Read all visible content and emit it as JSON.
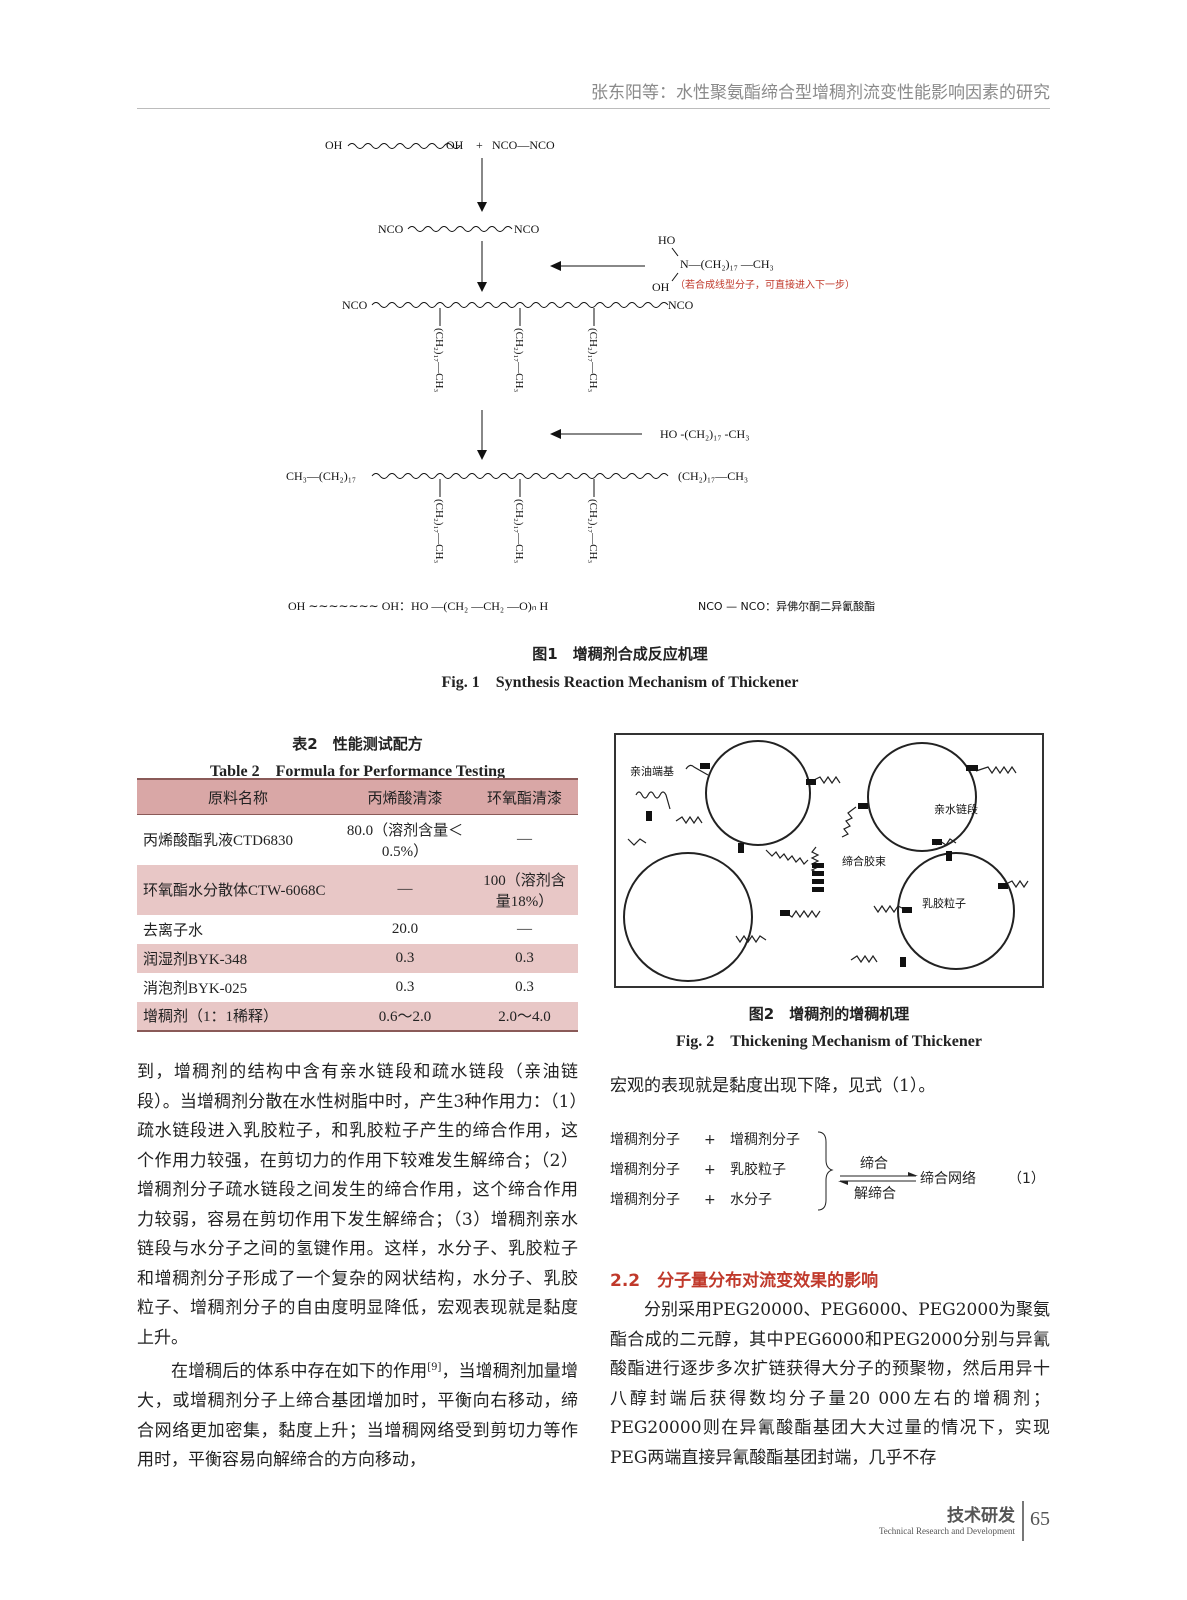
{
  "header": {
    "running_title": "张东阳等：水性聚氨酯缔合型增稠剂流变性能影响因素的研究"
  },
  "figure1": {
    "labels": {
      "top_oh_left": "OH",
      "top_oh_right": "OH",
      "plus": "+",
      "nco_nco": "NCO—NCO",
      "prepolymer_left": "NCO",
      "prepolymer_right": "NCO",
      "amine_ho": "HO",
      "amine_n": "N—(CH₂)₁₇ —CH₃",
      "amine_oh": "OH",
      "amine_note": "（若合成线型分子，可直接进入下一步）",
      "chain_left": "NCO",
      "chain_right": "NCO",
      "pendant": "(CH₂)₁₇—CH₃",
      "capping_reagent": "HO -(CH₂)₁₇ -CH₃",
      "final_left": "CH₃—(CH₂)₁₇",
      "final_right": "(CH₂)₁₇—CH₃",
      "legend_left": "OH ∼∼∼∼∼∼∼ OH：HO —(CH₂ —CH₂ —O)ₙ H",
      "legend_right": "NCO — NCO：异佛尔酮二异氰酸酯"
    },
    "caption_cn": "图1　增稠剂合成反应机理",
    "caption_en": "Fig. 1　Synthesis Reaction Mechanism of Thickener"
  },
  "table2": {
    "caption_cn": "表2　性能测试配方",
    "caption_en": "Table 2　Formula for Performance Testing",
    "headers": [
      "原料名称",
      "丙烯酸清漆",
      "环氧酯清漆"
    ],
    "rows": [
      {
        "name": "丙烯酸酯乳液CTD6830",
        "acrylic": "80.0（溶剂含量＜0.5%）",
        "epoxy": "—"
      },
      {
        "name": "环氧酯水分散体CTW-6068C",
        "acrylic": "—",
        "epoxy": "100（溶剂含量18%）"
      },
      {
        "name": "去离子水",
        "acrylic": "20.0",
        "epoxy": "—"
      },
      {
        "name": "润湿剂BYK-348",
        "acrylic": "0.3",
        "epoxy": "0.3"
      },
      {
        "name": "消泡剂BYK-025",
        "acrylic": "0.3",
        "epoxy": "0.3"
      },
      {
        "name": "增稠剂（1：1稀释）",
        "acrylic": "0.6～2.0",
        "epoxy": "2.0～4.0"
      }
    ]
  },
  "figure2": {
    "labels": {
      "lipophilic_end": "亲油端基",
      "hydrophilic_segment": "亲水链段",
      "micelle": "缔合胶束",
      "latex_particle": "乳胶粒子"
    },
    "caption_cn": "图2　增稠剂的增稠机理",
    "caption_en": "Fig. 2　Thickening Mechanism of Thickener"
  },
  "left_column": {
    "p1": "到，增稠剂的结构中含有亲水链段和疏水链段（亲油链段）。当增稠剂分散在水性树脂中时，产生3种作用力：（1）疏水链段进入乳胶粒子，和乳胶粒子产生的缔合作用，这个作用力较强，在剪切力的作用下较难发生解缔合；（2）增稠剂分子疏水链段之间发生的缔合作用，这个缔合作用力较弱，容易在剪切作用下发生解缔合；（3）增稠剂亲水链段与水分子之间的氢键作用。这样，水分子、乳胶粒子和增稠剂分子形成了一个复杂的网状结构，水分子、乳胶粒子、增稠剂分子的自由度明显降低，宏观表现就是黏度上升。",
    "p2_before_ref": "在增稠后的体系中存在如下的作用",
    "p2_ref": "[9]",
    "p2_after_ref": "，当增稠剂加量增大，或增稠剂分子上缔合基团增加时，平衡向右移动，缔合网络更加密集，黏度上升；当增稠网络受到剪切力等作用时，平衡容易向解缔合的方向移动，"
  },
  "right_column": {
    "p_top": "宏观的表现就是黏度出现下降，见式（1）。",
    "equation": {
      "row1": [
        "增稠剂分子",
        "+",
        "增稠剂分子"
      ],
      "row2": [
        "增稠剂分子",
        "+",
        "乳胶粒子"
      ],
      "row3": [
        "增稠剂分子",
        "+",
        "水分子"
      ],
      "forward": "缔合",
      "reverse": "解缔合",
      "product": "缔合网络",
      "number": "（1）"
    },
    "section_title": "2.2　分子量分布对流变效果的影响",
    "p_section": "分别采用PEG20000、PEG6000、PEG2000为聚氨酯合成的二元醇，其中PEG6000和PEG2000分别与异氰酸酯进行逐步多次扩链获得大分子的预聚物，然后用异十八醇封端后获得数均分子量20 000左右的增稠剂；PEG20000则在异氰酸酯基团大大过量的情况下，实现PEG两端直接异氰酸酯基团封端，几乎不存"
  },
  "footer": {
    "section_cn": "技术研发",
    "section_en": "Technical Research and Development",
    "page_number": "65"
  }
}
